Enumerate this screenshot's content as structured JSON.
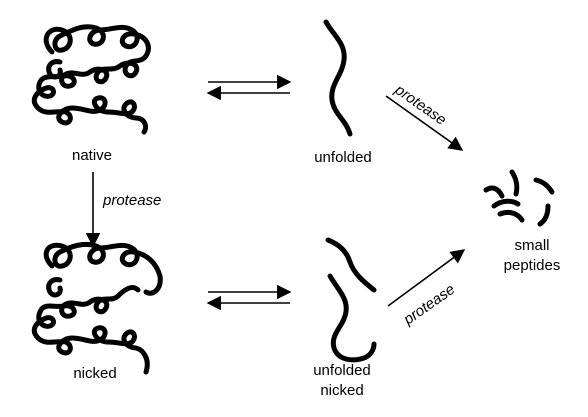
{
  "labels": {
    "native": "native",
    "unfolded": "unfolded",
    "nicked": "nicked",
    "unfolded_nicked_line1": "unfolded",
    "unfolded_nicked_line2": "nicked",
    "small_peptides_line1": "small",
    "small_peptides_line2": "peptides"
  },
  "arrows": {
    "native_to_nicked": "protease",
    "unfolded_to_peptides": "protease",
    "unfolded_nicked_to_peptides": "protease"
  },
  "colors": {
    "ink": "#000000",
    "background": "#ffffff"
  }
}
